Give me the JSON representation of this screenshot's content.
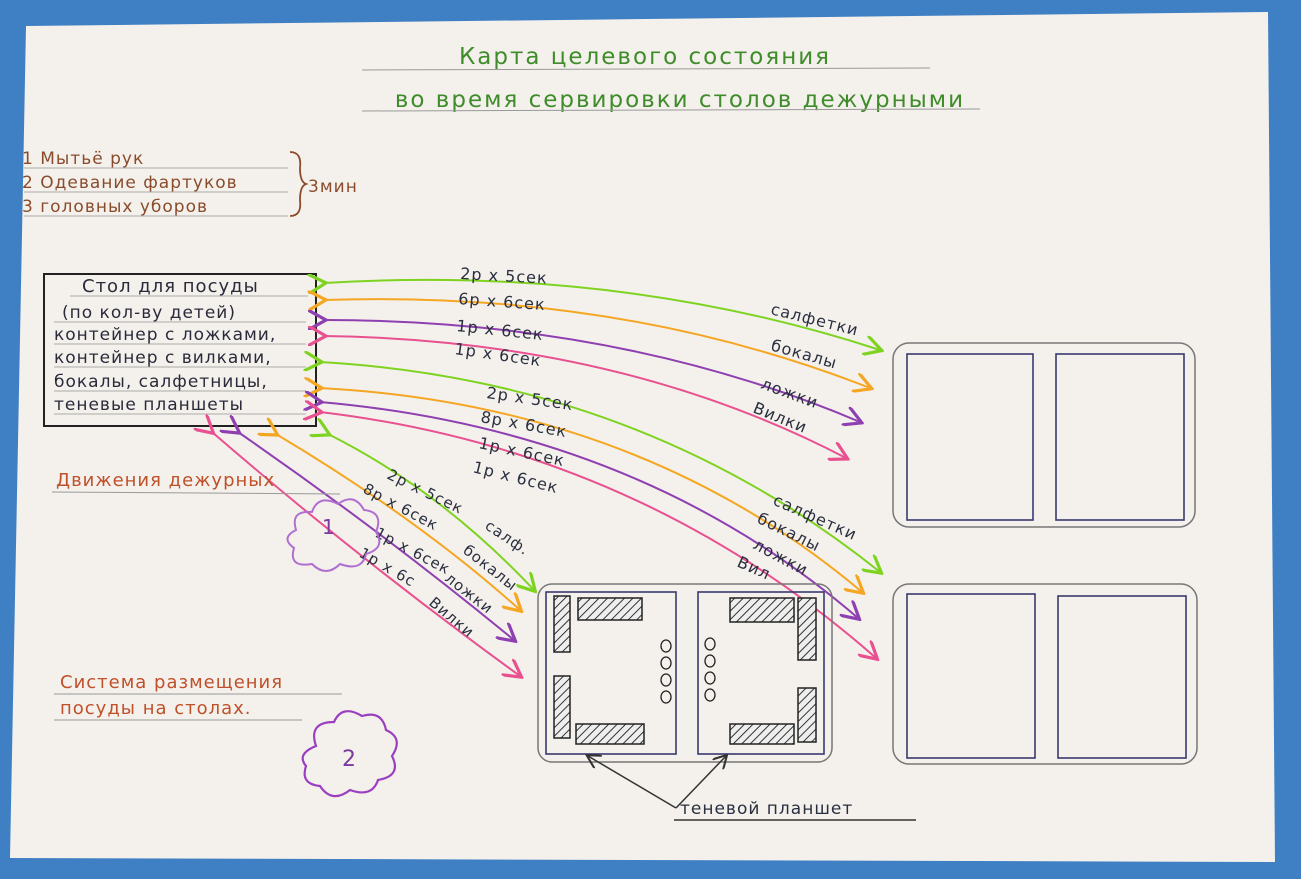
{
  "title": {
    "line1": "Карта целевого состояния",
    "line2": "во время сервировки столов дежурными"
  },
  "prep_steps": {
    "items": [
      "1 Мытьё рук",
      "2 Одевание фартуков",
      "3 головных уборов"
    ],
    "duration": "3мин"
  },
  "dish_table": {
    "heading": "Стол для посуды",
    "lines": [
      "(по кол-ву детей)",
      "контейнер с ложками,",
      "контейнер с вилками,",
      "бокалы, салфетницы,",
      "теневые планшеты"
    ]
  },
  "section_labels": {
    "movements": "Движения дежурных",
    "movements_badge": "1",
    "placement_line1": "Система размещения",
    "placement_line2": "посуды на столах.",
    "placement_badge": "2"
  },
  "flows": {
    "group_top": {
      "counts": [
        "2р х 5сек",
        "6р х 6сек",
        "1р х 6сек",
        "1р х 6сек"
      ],
      "items": [
        "салфетки",
        "бокалы",
        "ложки",
        "Вилки"
      ]
    },
    "group_middle": {
      "counts": [
        "2р х 5сек",
        "8р х 6сек",
        "1р х 6сек",
        "1р х 6сек"
      ],
      "items": [
        "салфетки",
        "бокалы",
        "ложки",
        "Вил"
      ]
    },
    "group_bottom": {
      "counts": [
        "2р х 5сек",
        "8р х 6сек",
        "1р х 6сек",
        "1р х 6с"
      ],
      "items": [
        "салф.",
        "бокалы",
        "ложки",
        "Вилки"
      ]
    }
  },
  "shadow_board_label": "теневой планшет",
  "colors": {
    "green": "#7ed321",
    "orange": "#f5a623",
    "purple": "#8e3fb0",
    "pink": "#e8508f",
    "paper": "#f4f1ec",
    "frame": "#3f7fc3"
  }
}
